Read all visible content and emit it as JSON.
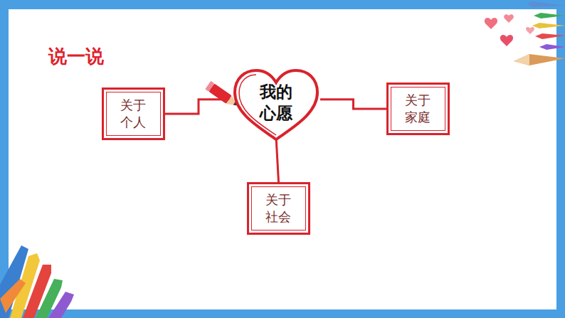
{
  "diagram": {
    "title": "说一说",
    "nodes": [
      {
        "text": [
          "关于 个人"
        ]
      },
      {
        "text": [
          "我的 心愿"
        ]
      },
      {
        "text": [
          "关于 家庭"
        ]
      },
      {
        "text": [
          "关于 社会"
        ]
      }
    ],
    "edges": [
      {
        "from": 0,
        "to": 1,
        "arrow": "none"
      },
      {
        "from": 1,
        "to": 2,
        "arrow": "none"
      },
      {
        "from": 1,
        "to": 3,
        "arrow": "none"
      }
    ]
  }
}
